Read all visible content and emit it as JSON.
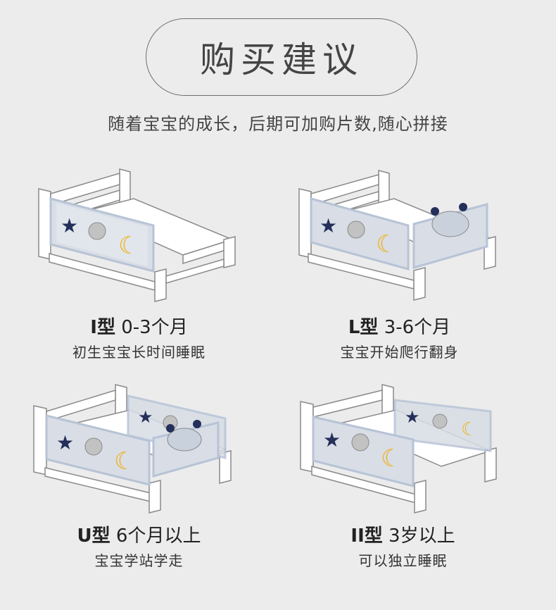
{
  "header": {
    "title": "购买建议",
    "subtitle": "随着宝宝的成长，后期可加购片数,随心拼接"
  },
  "options": [
    {
      "type": "I型",
      "age": "0-3个月",
      "desc": "初生宝宝长时间睡眠"
    },
    {
      "type": "L型",
      "age": "3-6个月",
      "desc": "宝宝开始爬行翻身"
    },
    {
      "type": "U型",
      "age": "6个月以上",
      "desc": "宝宝学站学走"
    },
    {
      "type": "II型",
      "age": "3岁以上",
      "desc": "可以独立睡眠"
    }
  ],
  "colors": {
    "background": "#ececec",
    "bed_frame": "#ffffff",
    "bed_outline": "#888888",
    "rail_fabric": "#d8dde6",
    "rail_border": "#b7c3d6",
    "star": "#24305a",
    "moon": "#f0b31e",
    "bear": "#bdbdbd"
  }
}
